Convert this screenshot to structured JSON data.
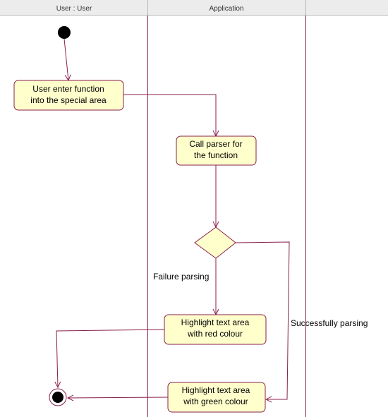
{
  "swimlanes": [
    {
      "label": "User : User"
    },
    {
      "label": "Application"
    }
  ],
  "nodes": {
    "user_enter_function": {
      "lines": [
        "User enter function",
        "into the special area"
      ]
    },
    "call_parser": {
      "lines": [
        "Call parser for",
        "the function"
      ]
    },
    "highlight_red": {
      "lines": [
        "Highlight text area",
        "with red colour"
      ]
    },
    "highlight_green": {
      "lines": [
        "Highlight text area",
        "with green colour"
      ]
    }
  },
  "edge_labels": {
    "failure": "Failure parsing",
    "success": "Successfully parsing"
  },
  "colors": {
    "line": "#8a1f4c",
    "node_fill": "#ffffcc",
    "header_fill": "#ececec"
  }
}
